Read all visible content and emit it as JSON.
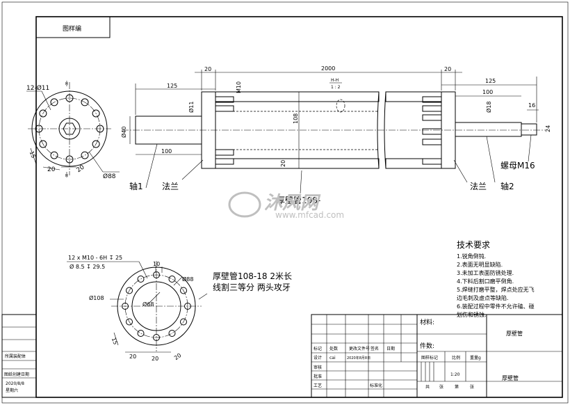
{
  "title_corner": "图样编",
  "shaft_view": {
    "dim_20_left": "20",
    "dim_2000": "2000",
    "dim_20_right": "20",
    "dim_125_left": "125",
    "dim_125_right": "125",
    "dim_100_top_right": "100",
    "dim_100_bottom_left": "100",
    "dim_m10": "M10",
    "dim_d11": "Ø11",
    "dim_d40": "Ø40",
    "dim_108": "108",
    "dim_20_mid": "20",
    "dim_d18": "Ø18",
    "dim_16": "16",
    "dim_24": "24",
    "section_label_top": "H-H",
    "section_label_bot": "1 : 2",
    "label_shaft1": "轴1",
    "label_flange_left": "法兰",
    "label_flange_right": "法兰",
    "label_shaft2": "轴2",
    "label_nut": "螺母M16",
    "label_tube_partial": "厚壁管108-"
  },
  "flange_view": {
    "holes": "12-Ø11",
    "dim_d88": "Ø88",
    "dim_20": "20",
    "dim_15": "15",
    "dim_20b": "20",
    "mark_top": "H",
    "mark_bot": "H"
  },
  "tube_end_view": {
    "callout_line1": "12 x  M10 - 6H  ↧ 25",
    "callout_line2": "Ø 8.5  ↧ 29.5",
    "dim_10": "10",
    "dim_d88": "Ø88",
    "dim_d108": "Ø108",
    "dim_d68": "Ø68",
    "dim_15": "15",
    "dim_20a": "20",
    "dim_20b": "20",
    "dim_20c": "20",
    "note_line1": "厚壁管108-18   2米长",
    "note_line2": "线割三等分   两头攻牙"
  },
  "tech_requirements": {
    "title": "技术要求",
    "items": [
      "1.锐角倒钝.",
      "2.表面无明显缺陷.",
      "3.未加工表面防锈处理.",
      "4.下料后割口磨平倒角.",
      "5.焊缝打磨平整，焊点处应无飞",
      "   边毛刺及虚点等缺陷.",
      "6.装配过程中零件不允许磕、碰",
      "   划伤和锈蚀."
    ]
  },
  "left_strip": {
    "used_in": "所属装配体",
    "created_date_label": "图纸创建日期",
    "date": "2020/8/8",
    "weekday": "星期六"
  },
  "title_block": {
    "material_label": "材料:",
    "part_label": "件数:",
    "name_top": "厚壁管",
    "name_bottom": "厚壁管",
    "mark": "标记",
    "count": "处数",
    "change_doc": "更改文件号",
    "sign": "签名",
    "date": "日期",
    "design": "设计",
    "designer": "cai",
    "design_date": "2020年8月8日",
    "standardize": "标准化",
    "review": "审核",
    "approve": "批准",
    "process": "工艺",
    "std": "标准化",
    "stage_mark": "图样标记",
    "scale_label": "比例",
    "weight_label": "重量g",
    "scale": "1:20",
    "sheets_total": "共",
    "sheets_word": "张",
    "sheet_no": "第",
    "sheet_word": "张"
  },
  "watermark": {
    "brand": "沐风网",
    "url": "www.mfcad.com"
  }
}
